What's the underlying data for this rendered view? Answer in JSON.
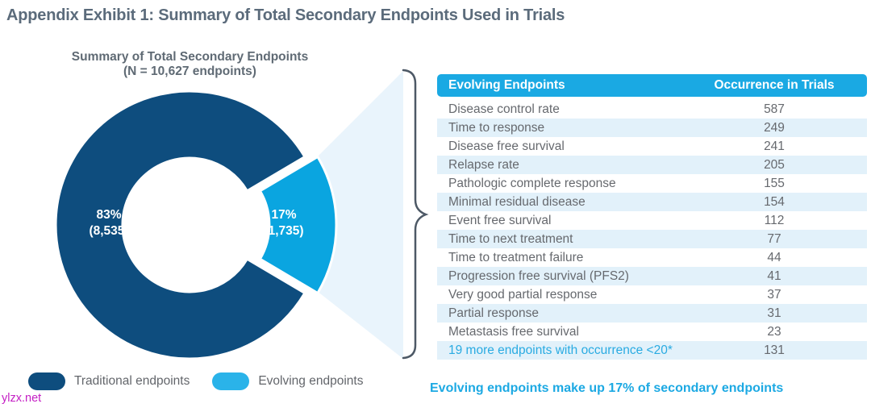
{
  "page": {
    "title": "Appendix Exhibit 1: Summary of Total Secondary Endpoints Used in Trials",
    "watermark": "ylzx.net"
  },
  "colors": {
    "navy": "#0E4D7E",
    "bright_blue": "#0AA5E0",
    "header_blue": "#1AA9E3",
    "row_tint": "#E2F1FA",
    "beam_tint": "#E9F4FC",
    "text_gray": "#66696E",
    "title_gray": "#5B6B7B",
    "highlight_blue": "#29ABE2",
    "watermark_magenta": "#C41FC4"
  },
  "donut": {
    "subtitle_line1": "Summary of Total Secondary Endpoints",
    "subtitle_line2": "(N = 10,627 endpoints)",
    "traditional": {
      "pct": "83%",
      "count": "(8,535)"
    },
    "evolving": {
      "pct": "17%",
      "count": "(1,735)"
    }
  },
  "legend": {
    "items": [
      {
        "label": "Traditional endpoints"
      },
      {
        "label": "Evolving endpoints"
      }
    ]
  },
  "table": {
    "header": {
      "name": "Evolving Endpoints",
      "value": "Occurrence in Trials"
    },
    "rows": [
      {
        "name": "Disease control rate",
        "value": "587"
      },
      {
        "name": "Time to response",
        "value": "249"
      },
      {
        "name": "Disease free survival",
        "value": "241"
      },
      {
        "name": "Relapse rate",
        "value": "205"
      },
      {
        "name": "Pathologic complete response",
        "value": "155"
      },
      {
        "name": "Minimal residual disease",
        "value": "154"
      },
      {
        "name": "Event free survival",
        "value": "112"
      },
      {
        "name": "Time to next treatment",
        "value": "77"
      },
      {
        "name": "Time to treatment failure",
        "value": "44"
      },
      {
        "name": "Progression free survival (PFS2)",
        "value": "41"
      },
      {
        "name": "Very good partial response",
        "value": "37"
      },
      {
        "name": "Partial response",
        "value": "31"
      },
      {
        "name": "Metastasis free survival",
        "value": "23"
      },
      {
        "name": "19 more endpoints with occurrence <20*",
        "value": "131",
        "highlight": true
      }
    ]
  },
  "footnote": "Evolving endpoints make up 17% of secondary endpoints",
  "chart_data": [
    {
      "type": "pie",
      "title": "Summary of Total Secondary Endpoints (N = 10,627 endpoints)",
      "total": 10627,
      "slices": [
        {
          "label": "Traditional endpoints",
          "pct": 83,
          "count": 8535,
          "color": "#0E4D7E"
        },
        {
          "label": "Evolving endpoints",
          "pct": 17,
          "count": 1735,
          "color": "#0AA5E0"
        }
      ],
      "legend_position": "bottom-left",
      "donut": true,
      "exploded_slice": "Evolving endpoints"
    },
    {
      "type": "table",
      "title": "Evolving Endpoints / Occurrence in Trials",
      "columns": [
        "Evolving Endpoints",
        "Occurrence in Trials"
      ],
      "rows": [
        [
          "Disease control rate",
          587
        ],
        [
          "Time to response",
          249
        ],
        [
          "Disease free survival",
          241
        ],
        [
          "Relapse rate",
          205
        ],
        [
          "Pathologic complete response",
          155
        ],
        [
          "Minimal residual disease",
          154
        ],
        [
          "Event free survival",
          112
        ],
        [
          "Time to next treatment",
          77
        ],
        [
          "Time to treatment failure",
          44
        ],
        [
          "Progression free survival (PFS2)",
          41
        ],
        [
          "Very good partial response",
          37
        ],
        [
          "Partial response",
          31
        ],
        [
          "Metastasis free survival",
          23
        ],
        [
          "19 more endpoints with occurrence <20*",
          131
        ]
      ]
    }
  ]
}
